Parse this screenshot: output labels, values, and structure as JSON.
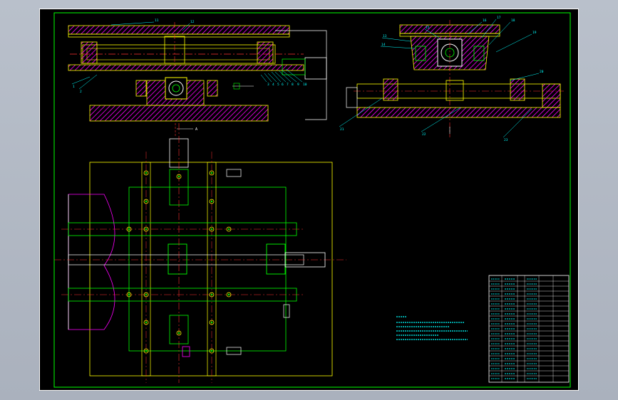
{
  "drawing": {
    "sheet_background": "#000000",
    "frame_color": "#00ff00",
    "part_color": "#ffff00",
    "hatch_color": "#ff00ff",
    "centerline_color": "#ff3030",
    "annotation_color": "#00ffff",
    "outline_color": "#ffffff",
    "icons": [
      "section-view-left",
      "section-view-right",
      "plan-view",
      "title-block"
    ]
  },
  "front_section": {
    "balloons": [
      "1",
      "2",
      "3",
      "4",
      "5",
      "6",
      "7",
      "8",
      "9",
      "10",
      "11",
      "12"
    ]
  },
  "side_section": {
    "balloons": [
      "13",
      "14",
      "15",
      "16",
      "17",
      "18",
      "19",
      "20",
      "21",
      "22",
      "23"
    ]
  },
  "section_mark": "A"
}
